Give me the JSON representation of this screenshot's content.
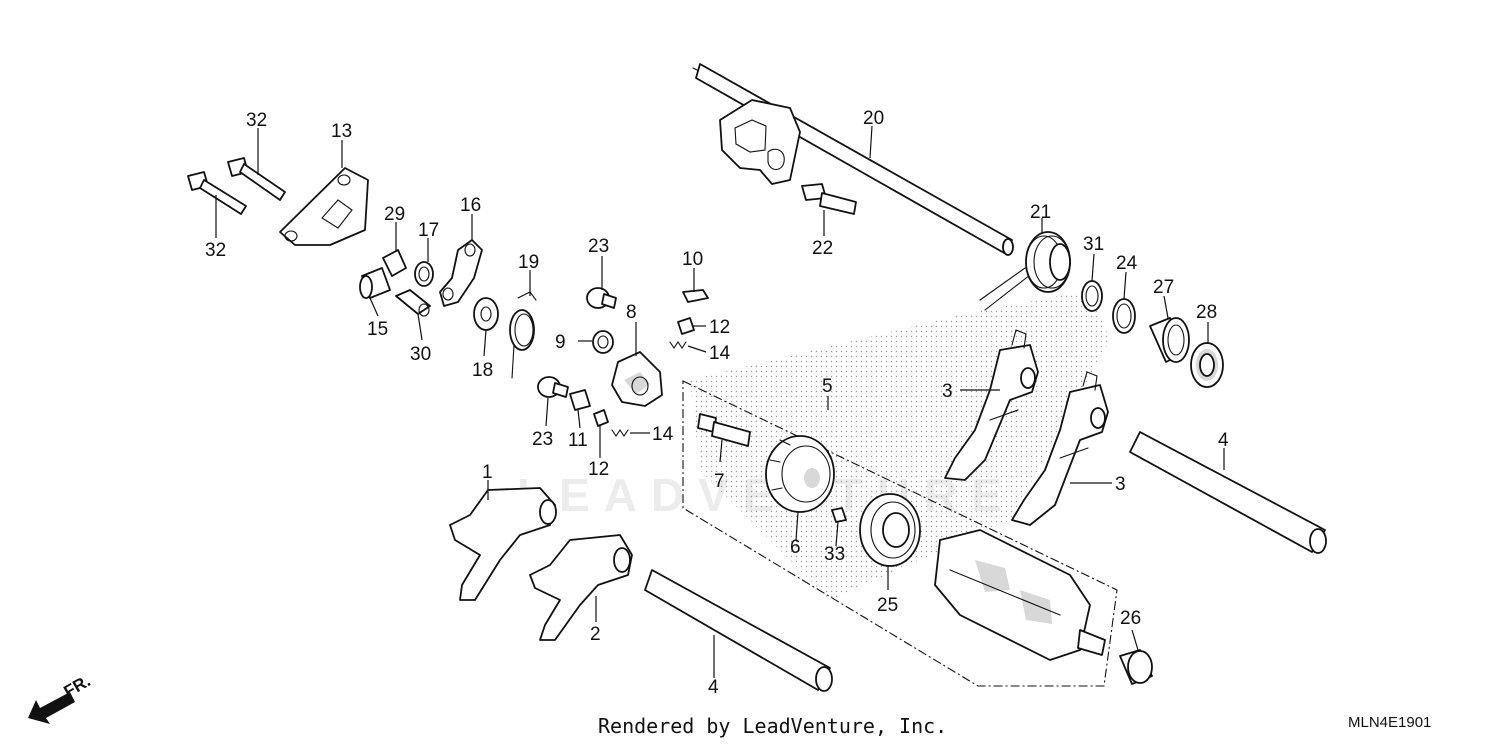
{
  "diagram": {
    "watermark_text": "LEADVENTURE",
    "credit": "Rendered by LeadVenture, Inc.",
    "code": "MLN4E1901",
    "direction_label": "FR.",
    "labels": {
      "p1": "1",
      "p2": "2",
      "p3a": "3",
      "p3b": "3",
      "p4a": "4",
      "p4b": "4",
      "p5": "5",
      "p6": "6",
      "p7": "7",
      "p8": "8",
      "p9": "9",
      "p10": "10",
      "p11": "11",
      "p12a": "12",
      "p12b": "12",
      "p13": "13",
      "p14a": "14",
      "p14b": "14",
      "p15": "15",
      "p16": "16",
      "p17": "17",
      "p18": "18",
      "p19": "19",
      "p20": "20",
      "p21": "21",
      "p22": "22",
      "p23a": "23",
      "p23b": "23",
      "p24": "24",
      "p25": "25",
      "p26": "26",
      "p27": "27",
      "p28": "28",
      "p29": "29",
      "p30": "30",
      "p31": "31",
      "p32a": "32",
      "p32b": "32",
      "p33": "33"
    }
  }
}
